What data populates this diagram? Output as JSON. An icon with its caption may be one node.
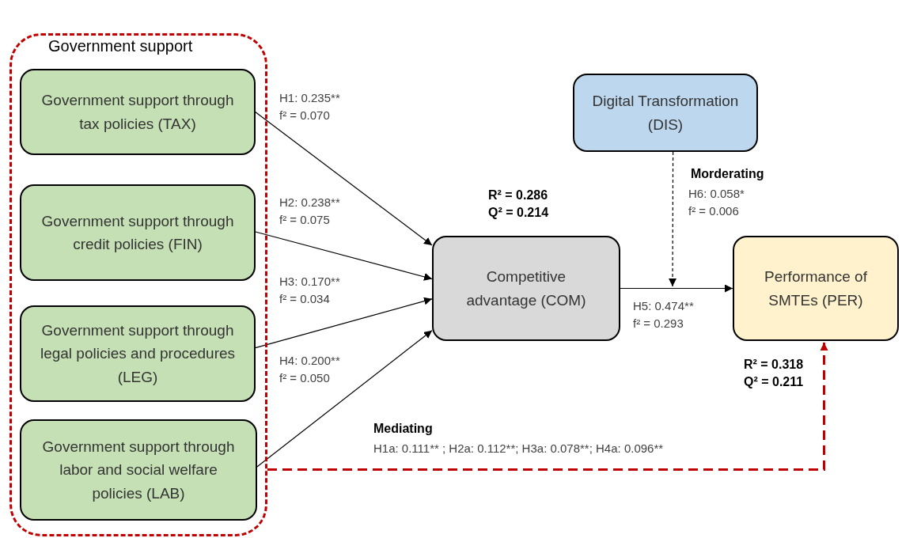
{
  "diagram": {
    "nodes": [
      {
        "text": [
          "Government support"
        ]
      },
      {
        "text": [
          "Government support through tax policies (TAX)"
        ],
        "in": 0
      },
      {
        "text": [
          "Government support through credit policies (FIN)"
        ],
        "in": 0
      },
      {
        "text": [
          "Government support through legal policies and procedures (LEG)"
        ],
        "in": 0
      },
      {
        "text": [
          "Government support through labor and social welfare policies (LAB)"
        ],
        "in": 0
      },
      {
        "text": [
          "Competitive advantage (COM)"
        ],
        "beside": [
          "R² = 0.286",
          "Q² = 0.214"
        ]
      },
      {
        "text": [
          "Digital Transformation (DIS)"
        ]
      },
      {
        "text": [
          "Performance of SMTEs (PER)"
        ],
        "beside": [
          "R² = 0.318",
          "Q² = 0.211"
        ]
      }
    ],
    "edges": [
      {
        "from": 1,
        "to": 5,
        "arrow": "to",
        "label": "H1: 0.235** f² = 0.070"
      },
      {
        "from": 2,
        "to": 5,
        "arrow": "to",
        "label": "H2: 0.238** f² = 0.075"
      },
      {
        "from": 3,
        "to": 5,
        "arrow": "to",
        "label": "H3: 0.170** f² = 0.034"
      },
      {
        "from": 4,
        "to": 5,
        "arrow": "to",
        "label": "H4: 0.200** f² = 0.050"
      },
      {
        "from": 5,
        "to": 7,
        "arrow": "to",
        "label": "H5: 0.474** f² = 0.293"
      },
      {
        "from": 6,
        "to": null,
        "arrow": "to",
        "style": "dashed",
        "label": "H6: 0.058* f² = 0.006"
      },
      {
        "from": 0,
        "to": 7,
        "arrow": "to",
        "style": "dashed",
        "color": "#c00000",
        "label": "H1a: 0.111** ; H2a: 0.112**; H3a: 0.078**; H4a: 0.096**"
      }
    ],
    "labels": [
      "Morderating",
      "Mediating"
    ]
  }
}
